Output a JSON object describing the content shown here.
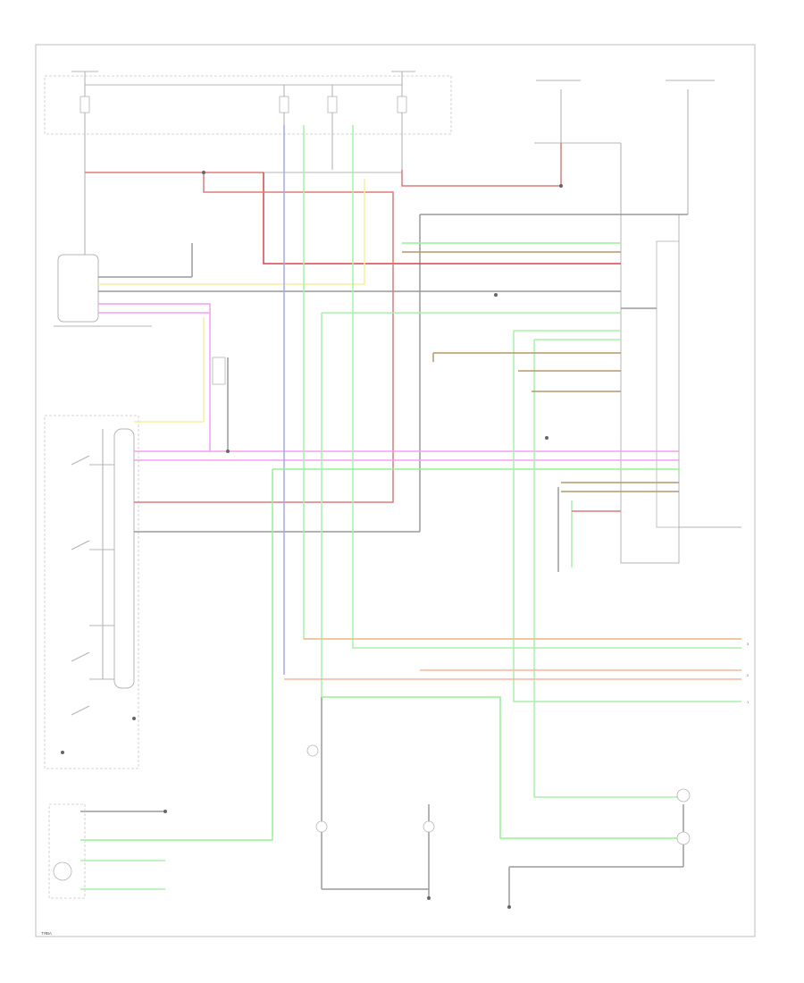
{
  "diagram": {
    "footer": "ТЯВА",
    "page_marks": [
      "3",
      "2",
      "1"
    ],
    "colors": {
      "frame": "#b4b4b4",
      "black_wire": "#9a9a9a",
      "red": "#d9434a",
      "pink": "#f2a0f2",
      "yellow": "#f2f2a0",
      "green": "#94f294",
      "orange": "#f5b89a",
      "brown": "#b5976a",
      "blue": "#9a9af2"
    }
  }
}
